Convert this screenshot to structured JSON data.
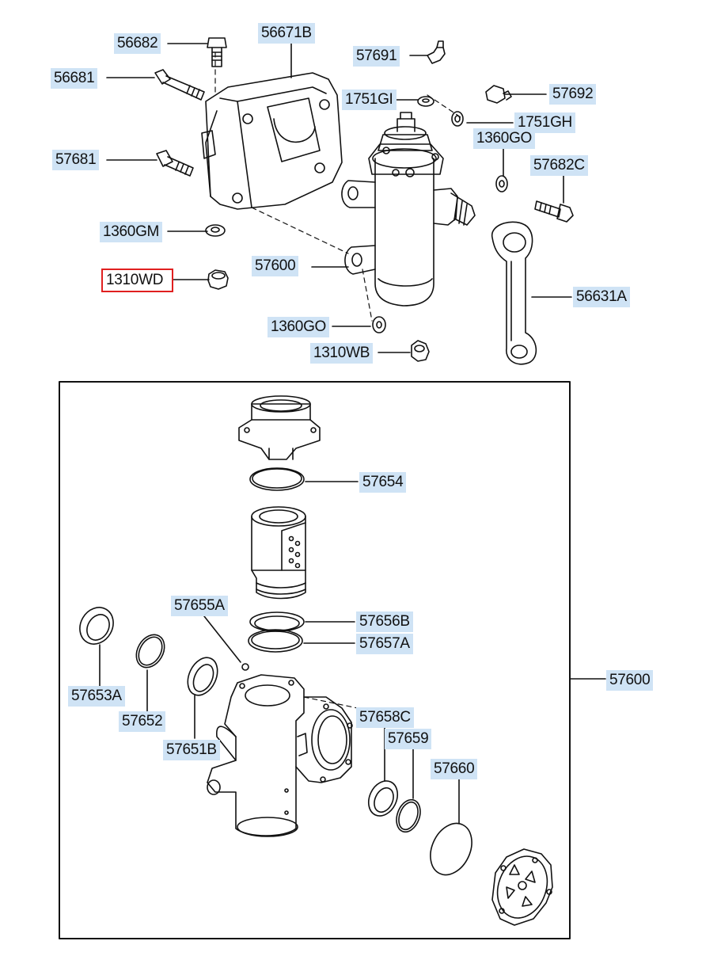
{
  "selected_part": "1310WD",
  "highlight_color": "#e02020",
  "label_color": "#cfe3f5",
  "labels": {
    "p56682": "56682",
    "p56671b": "56671B",
    "p57691": "57691",
    "p56681": "56681",
    "p1751gi": "1751GI",
    "p57692": "57692",
    "p1751gh": "1751GH",
    "p1360go_top": "1360GO",
    "p57681": "57681",
    "p57682c": "57682C",
    "p1360gm": "1360GM",
    "p57600_top": "57600",
    "p1310wd": "1310WD",
    "p56631a": "56631A",
    "p1360go_bot": "1360GO",
    "p1310wb": "1310WB",
    "p57654": "57654",
    "p57655a": "57655A",
    "p57656b": "57656B",
    "p57657a": "57657A",
    "p57653a": "57653A",
    "p57652": "57652",
    "p57651b": "57651B",
    "p57600_box": "57600",
    "p57658c": "57658C",
    "p57659": "57659",
    "p57660": "57660"
  }
}
